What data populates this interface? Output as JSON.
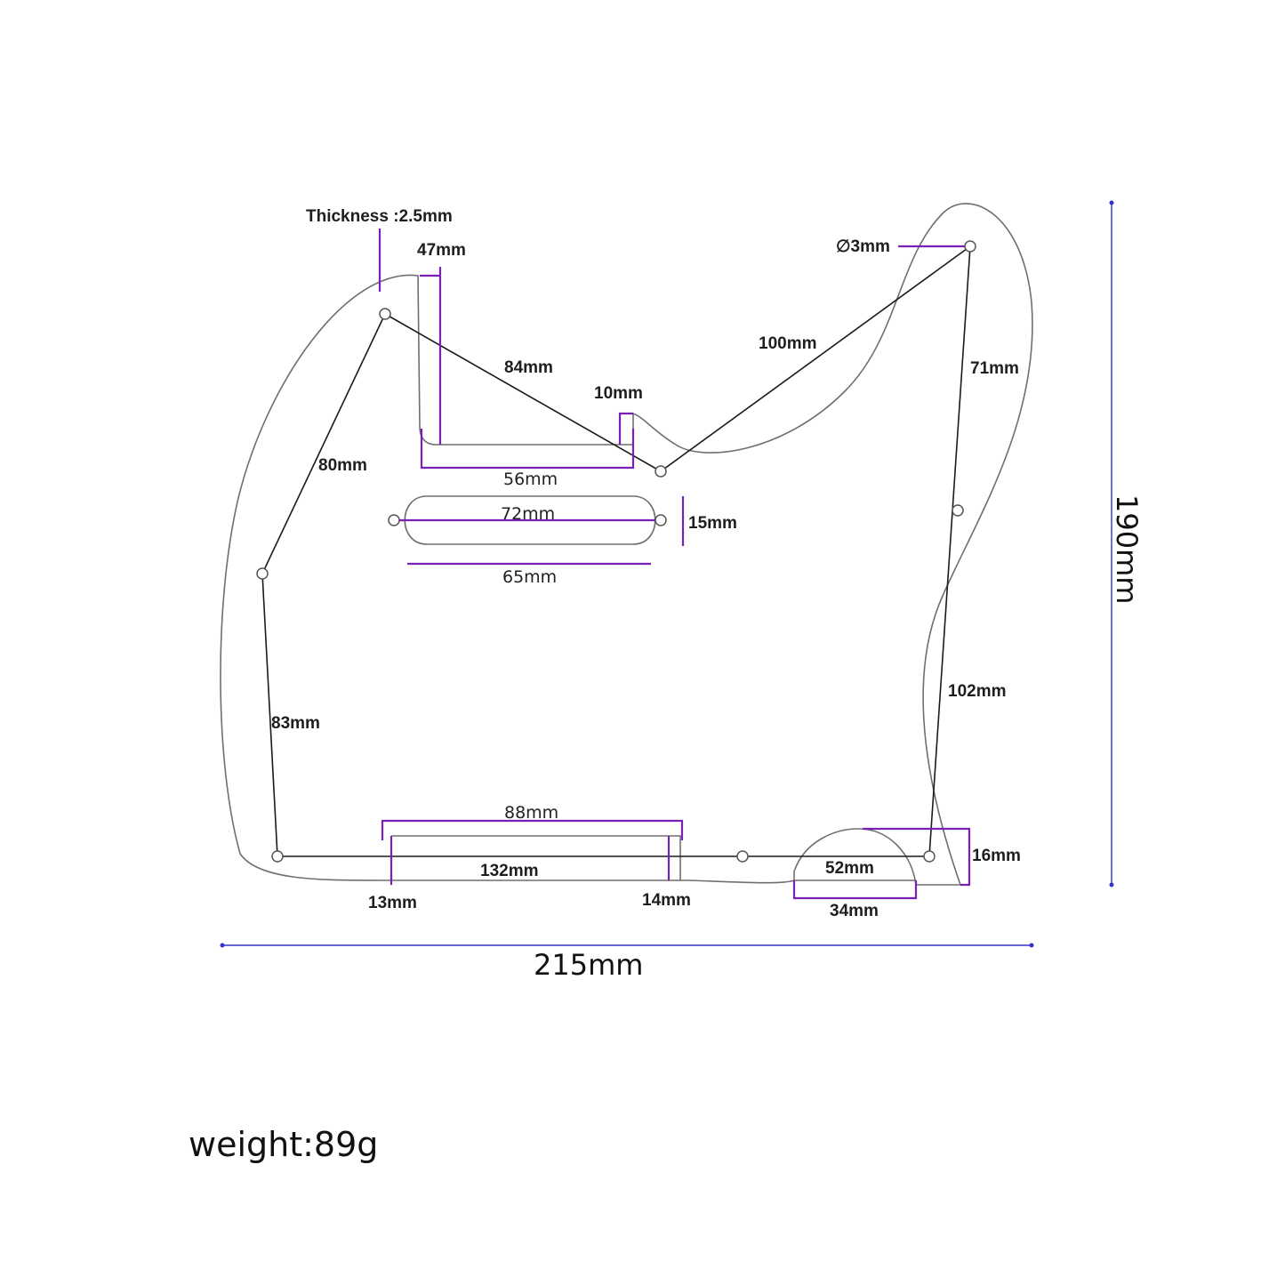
{
  "labels": {
    "thickness": "Thickness :2.5mm",
    "d47": "47mm",
    "d84": "84mm",
    "d10": "10mm",
    "d56": "56mm",
    "d80": "80mm",
    "d72": "72mm",
    "d15": "15mm",
    "d65": "65mm",
    "d83": "83mm",
    "d88": "88mm",
    "d132": "132mm",
    "d13": "13mm",
    "d14": "14mm",
    "d52": "52mm",
    "d34": "34mm",
    "d16": "16mm",
    "d102": "102mm",
    "d71": "71mm",
    "d100": "100mm",
    "hole3": "∅3mm",
    "width": "215mm",
    "height": "190mm"
  },
  "weight": "weight:89g",
  "colors": {
    "dimension": "#7a1fb8",
    "overall": "#3333cc",
    "outline": "#6f6f6f"
  }
}
